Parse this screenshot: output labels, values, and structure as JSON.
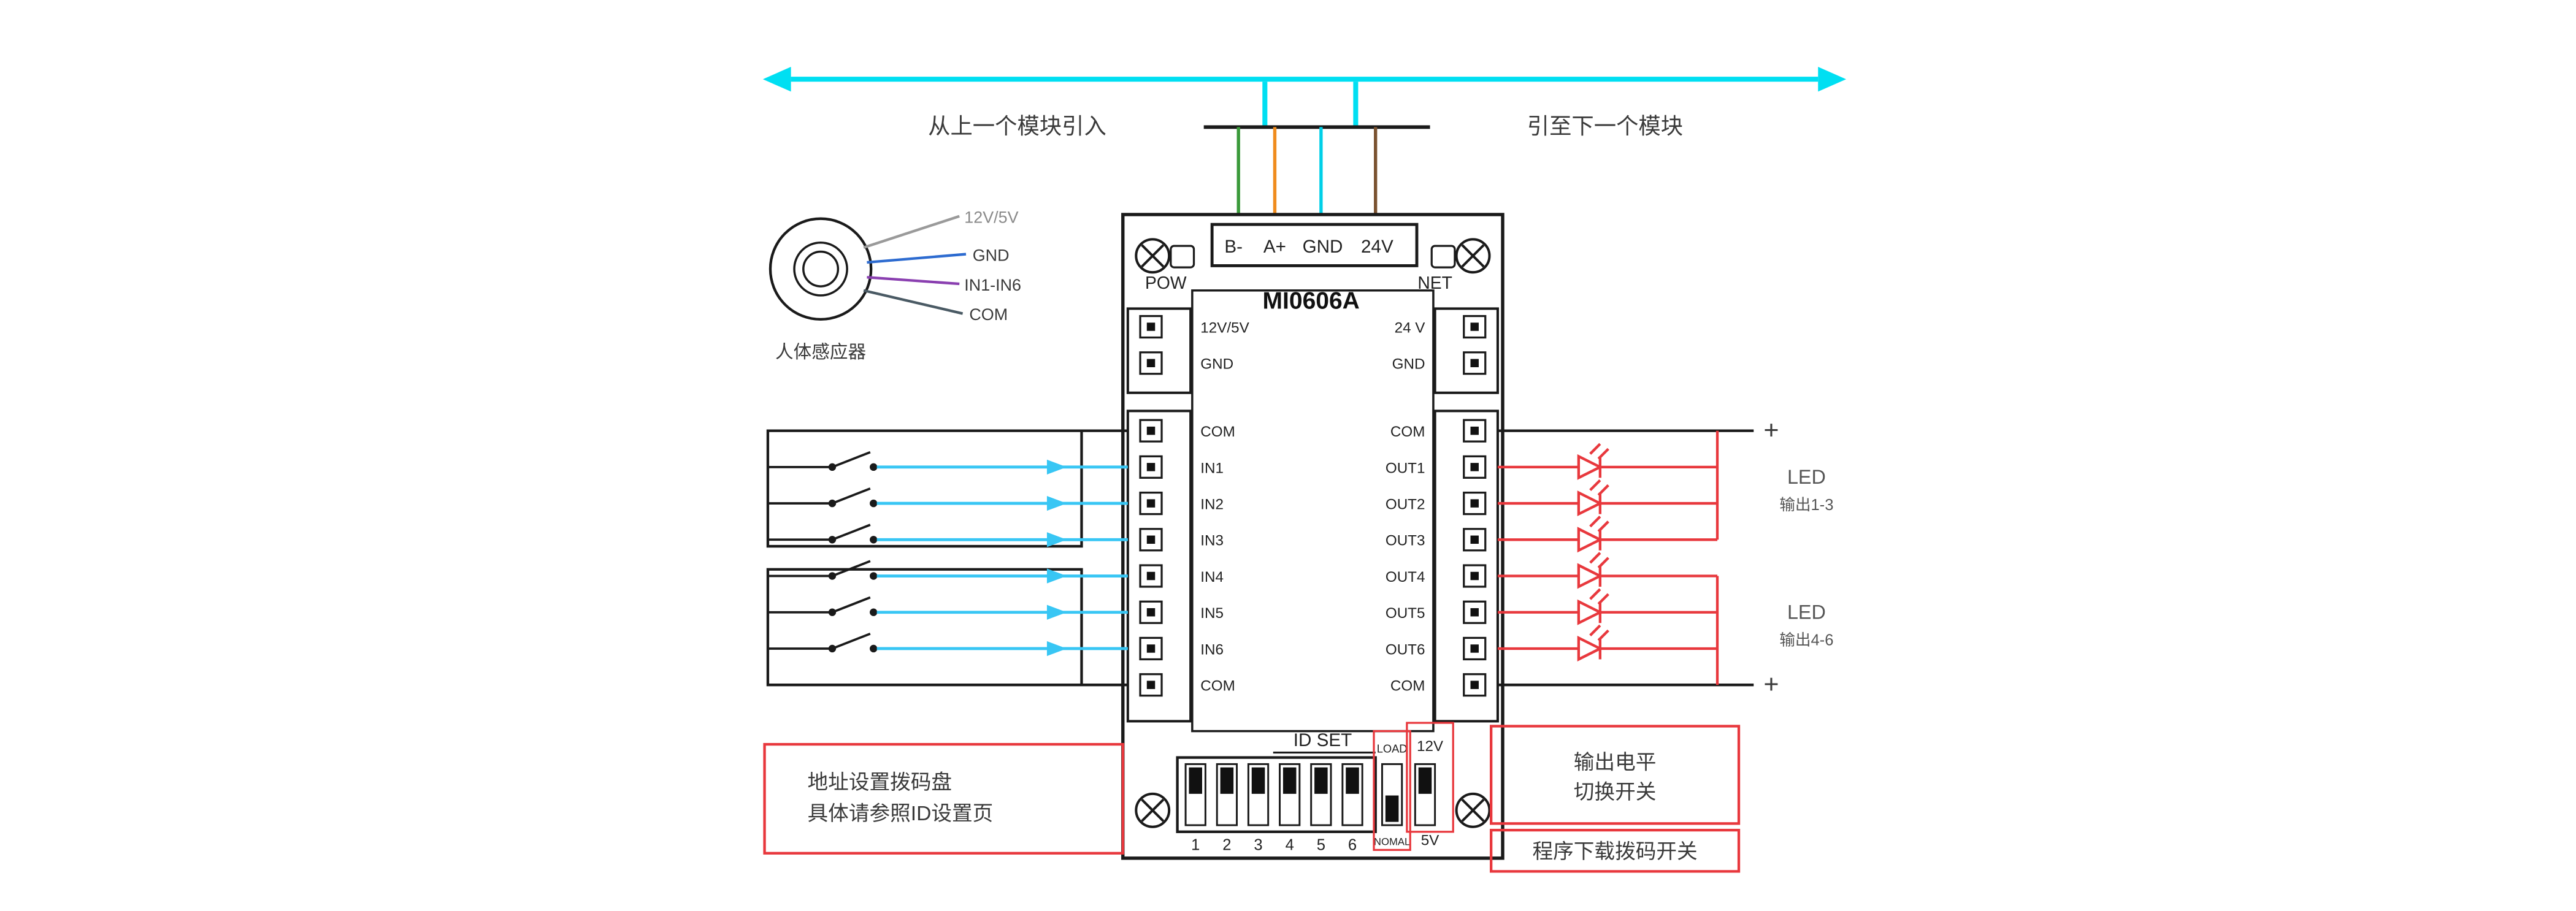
{
  "bus": {
    "left_label": "从上一个模块引入",
    "right_label": "引至下一个模块"
  },
  "top_connector": {
    "labels": [
      "B-",
      "A+",
      "GND",
      "24V"
    ]
  },
  "module": {
    "title": "MI0606A",
    "pow": "POW",
    "net": "NET",
    "left_power": [
      "12V/5V",
      "GND"
    ],
    "right_power": [
      "24 V",
      "GND"
    ],
    "left_io": [
      "COM",
      "IN1",
      "IN2",
      "IN3",
      "IN4",
      "IN5",
      "IN6",
      "COM"
    ],
    "right_io": [
      "COM",
      "OUT1",
      "OUT2",
      "OUT3",
      "OUT4",
      "OUT5",
      "OUT6",
      "COM"
    ],
    "id_set": "ID SET",
    "dip_numbers": [
      "1",
      "2",
      "3",
      "4",
      "5",
      "6"
    ],
    "load": "LOAD",
    "nomal": "NOMAL",
    "v12": "12V",
    "v5": "5V"
  },
  "sensor": {
    "label": "人体感应器",
    "wires": [
      "12V/5V",
      "GND",
      "IN1-IN6",
      "COM"
    ]
  },
  "led": {
    "plus_top": "+",
    "plus_bottom": "+",
    "group1": {
      "title": "LED",
      "sub": "输出1-3"
    },
    "group2": {
      "title": "LED",
      "sub": "输出4-6"
    }
  },
  "annotations": {
    "address": {
      "line1": "地址设置拨码盘",
      "line2": "具体请参照ID设置页"
    },
    "output_level": {
      "line1": "输出电平",
      "line2": "切换开关"
    },
    "program": "程序下载拨码开关"
  },
  "colors": {
    "bus": "#00dff2",
    "input_wire": "#38c6f4",
    "output_wire": "#e8383d",
    "annotation_box": "#e8383d",
    "wire_b_minus": "#3a9a3a",
    "wire_a_plus": "#f08c1e",
    "wire_gnd": "#00d0e8",
    "wire_24v": "#7a5230",
    "sensor_wire_power": "#9a9a9a",
    "sensor_wire_gnd": "#2d6bd0",
    "sensor_wire_in": "#8a3fb0",
    "sensor_wire_com": "#4a5a64",
    "line": "#1a1a1a"
  }
}
